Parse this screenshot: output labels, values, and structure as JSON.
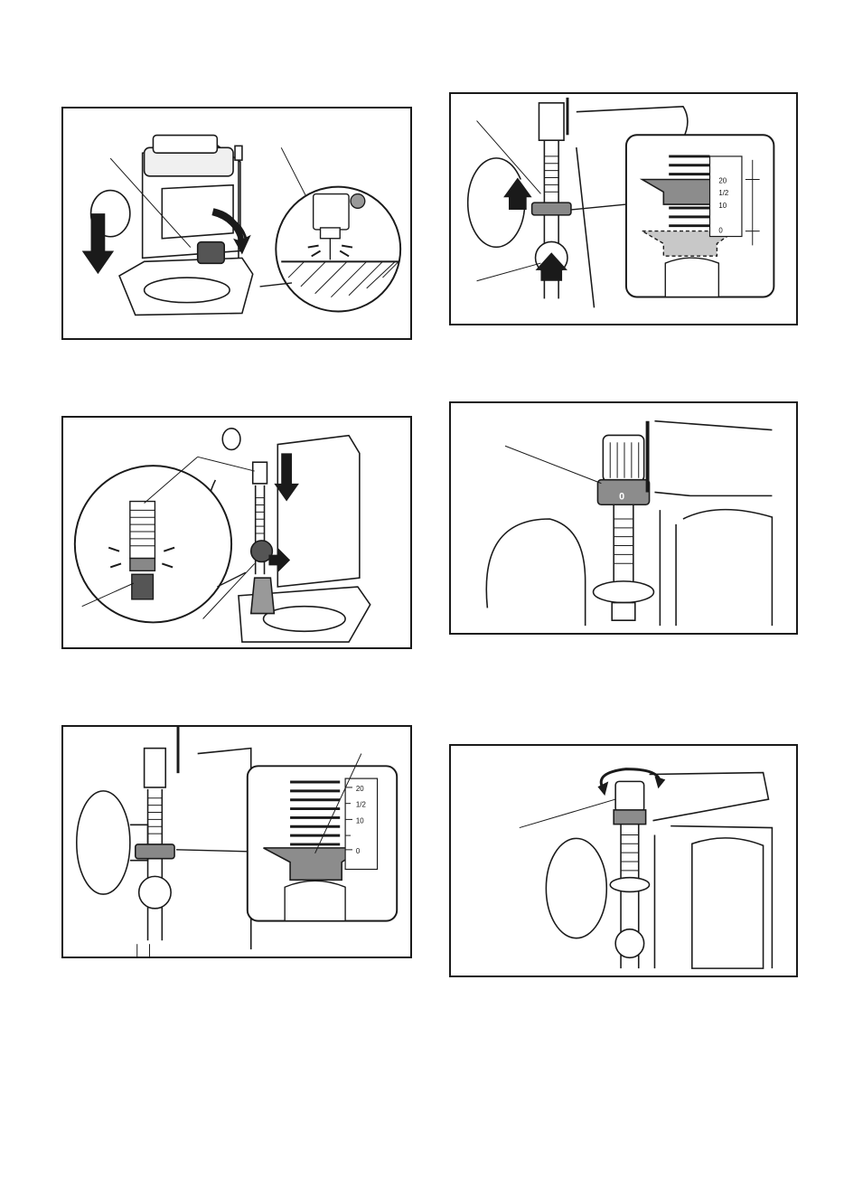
{
  "figures": [
    {
      "id": "fig1",
      "scale_labels": []
    },
    {
      "id": "fig2",
      "scale_labels": [
        "20",
        "1/2",
        "10",
        "0"
      ]
    },
    {
      "id": "fig3",
      "scale_labels": []
    },
    {
      "id": "fig4",
      "dial_label": "0"
    },
    {
      "id": "fig5",
      "scale_labels": [
        "20",
        "1/2",
        "10",
        "0"
      ]
    },
    {
      "id": "fig6",
      "scale_labels": []
    }
  ],
  "colors": {
    "line": "#1a1a1a",
    "gray": "#8c8c8c",
    "lightgray": "#c8c8c8",
    "darkgray": "#555555"
  }
}
